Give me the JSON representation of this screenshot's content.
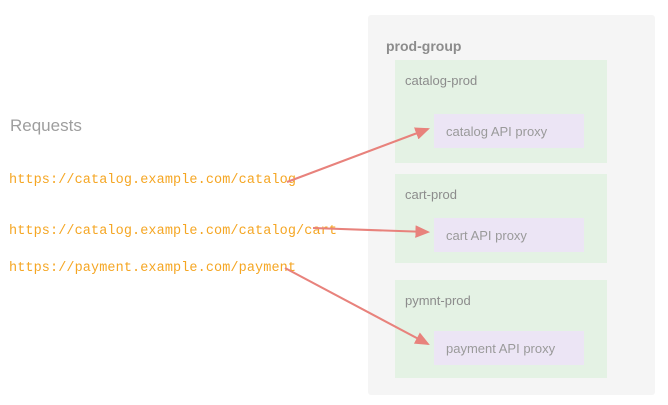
{
  "requests": {
    "title": "Requests",
    "urls": [
      "https://catalog.example.com/catalog",
      "https://catalog.example.com/catalog/cart",
      "https://payment.example.com/payment"
    ]
  },
  "group": {
    "title": "prod-group",
    "environments": [
      {
        "label": "catalog-prod",
        "proxy": "catalog API proxy"
      },
      {
        "label": "cart-prod",
        "proxy": "cart API proxy"
      },
      {
        "label": "pymnt-prod",
        "proxy": "payment API proxy"
      }
    ]
  },
  "colors": {
    "url_text": "#f5a623",
    "group_panel": "#f5f5f5",
    "environment_box": "#e4f2e4",
    "proxy_box": "#ece5f5",
    "arrow": "#e8827c",
    "label_text": "#8c8c8c"
  }
}
